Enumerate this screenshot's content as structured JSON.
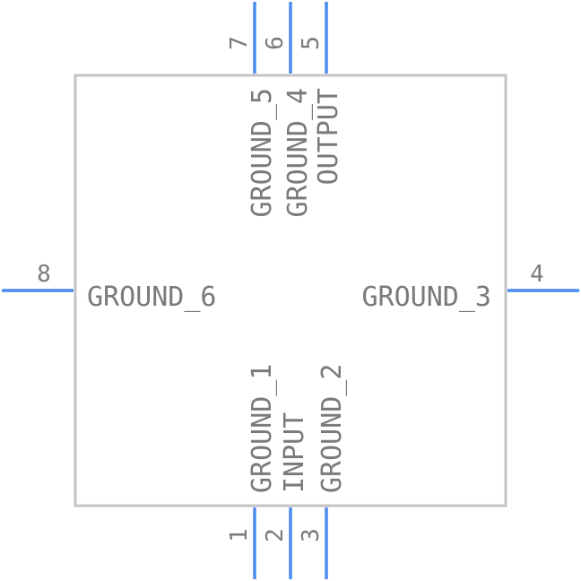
{
  "pins": [
    {
      "id": "pin-1",
      "number": "1",
      "label": "GROUND_1"
    },
    {
      "id": "pin-2",
      "number": "2",
      "label": "INPUT"
    },
    {
      "id": "pin-3",
      "number": "3",
      "label": "GROUND_2"
    },
    {
      "id": "pin-4",
      "number": "4",
      "label": "GROUND_3"
    },
    {
      "id": "pin-5",
      "number": "5",
      "label": "OUTPUT"
    },
    {
      "id": "pin-6",
      "number": "6",
      "label": "GROUND_4"
    },
    {
      "id": "pin-7",
      "number": "7",
      "label": "GROUND_5"
    },
    {
      "id": "pin-8",
      "number": "8",
      "label": "GROUND_6"
    }
  ],
  "colors": {
    "pin": "#4a8cf0",
    "body": "#c4c4c4",
    "text": "#7a7a7a"
  }
}
